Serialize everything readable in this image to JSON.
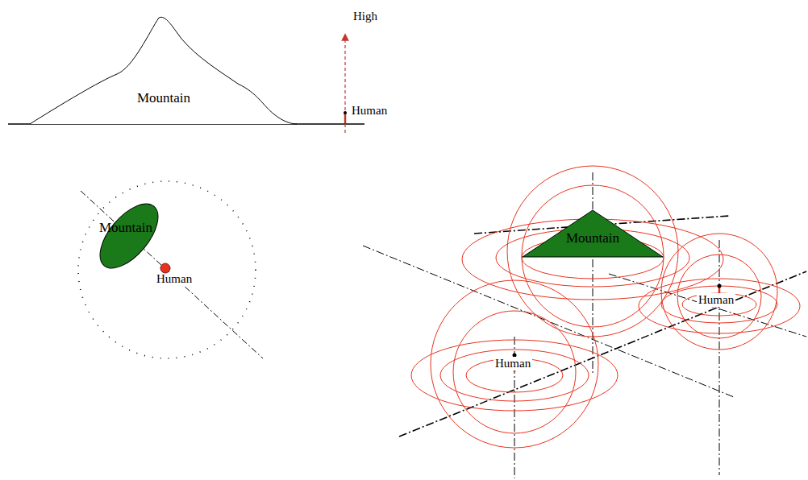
{
  "diagram": {
    "nodes": [
      {
        "text": [
          "Mountain"
        ]
      },
      {
        "text": [
          "Mountain"
        ]
      },
      {
        "text": [
          "Mountain"
        ]
      }
    ],
    "labels": [
      "High",
      "Human",
      "Human",
      "Human",
      "Human"
    ]
  }
}
